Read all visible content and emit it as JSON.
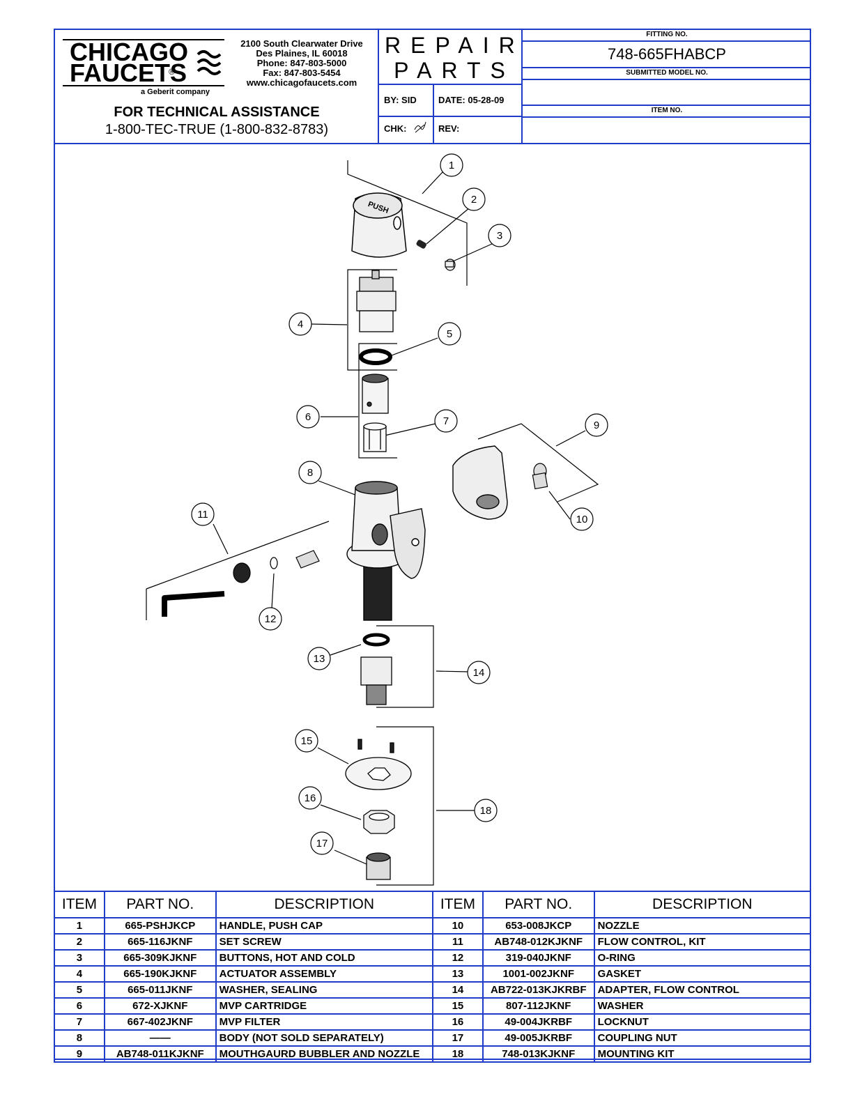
{
  "header": {
    "company_line1": "CHICAGO",
    "company_line2": "FAUCETS",
    "registered": "®",
    "tagline": "a Geberit company",
    "address": [
      "2100 South Clearwater Drive",
      "Des Plaines, IL 60018",
      "Phone: 847-803-5000",
      "Fax: 847-803-5454",
      "www.chicagofaucets.com"
    ],
    "assist_title": "FOR TECHNICAL ASSISTANCE",
    "assist_phone": "1-800-TEC-TRUE (1-800-832-8783)",
    "title_line1": "REPAIR",
    "title_line2": "PARTS",
    "by": "BY:  SID",
    "date": "DATE:  05-28-09",
    "chk": "CHK:",
    "rev": "REV:",
    "fitting_label": "FITTING NO.",
    "fitting_no": "748-665FHABCP",
    "submitted_label": "SUBMITTED MODEL NO.",
    "submitted_value": "",
    "item_label": "ITEM NO.",
    "item_value": ""
  },
  "diagram": {
    "callouts": [
      "1",
      "2",
      "3",
      "4",
      "5",
      "6",
      "7",
      "8",
      "9",
      "10",
      "11",
      "12",
      "13",
      "14",
      "15",
      "16",
      "17",
      "18"
    ],
    "handle_text": "PUSH"
  },
  "table": {
    "headers": [
      "ITEM",
      "PART NO.",
      "DESCRIPTION",
      "ITEM",
      "PART NO.",
      "DESCRIPTION"
    ],
    "rows": [
      {
        "i1": "1",
        "p1": "665-PSHJKCP",
        "d1": "HANDLE, PUSH CAP",
        "i2": "10",
        "p2": "653-008JKCP",
        "d2": "NOZZLE"
      },
      {
        "i1": "2",
        "p1": "665-116JKNF",
        "d1": "SET SCREW",
        "i2": "11",
        "p2": "AB748-012KJKNF",
        "d2": "FLOW CONTROL, KIT"
      },
      {
        "i1": "3",
        "p1": "665-309KJKNF",
        "d1": "BUTTONS, HOT AND COLD",
        "i2": "12",
        "p2": "319-040JKNF",
        "d2": "O-RING"
      },
      {
        "i1": "4",
        "p1": "665-190KJKNF",
        "d1": "ACTUATOR ASSEMBLY",
        "i2": "13",
        "p2": "1001-002JKNF",
        "d2": "GASKET"
      },
      {
        "i1": "5",
        "p1": "665-011JKNF",
        "d1": "WASHER, SEALING",
        "i2": "14",
        "p2": "AB722-013KJKRBF",
        "d2": "ADAPTER, FLOW CONTROL"
      },
      {
        "i1": "6",
        "p1": "672-XJKNF",
        "d1": "MVP CARTRIDGE",
        "i2": "15",
        "p2": "807-112JKNF",
        "d2": "WASHER"
      },
      {
        "i1": "7",
        "p1": "667-402JKNF",
        "d1": "MVP FILTER",
        "i2": "16",
        "p2": "49-004JKRBF",
        "d2": "LOCKNUT"
      },
      {
        "i1": "8",
        "p1": "——",
        "d1": "BODY (NOT SOLD SEPARATELY)",
        "i2": "17",
        "p2": "49-005JKRBF",
        "d2": "COUPLING NUT"
      },
      {
        "i1": "9",
        "p1": "AB748-011KJKNF",
        "d1": "MOUTHGAURD BUBBLER AND NOZZLE",
        "i2": "18",
        "p2": "748-013KJKNF",
        "d2": "MOUNTING KIT"
      }
    ]
  },
  "colors": {
    "frame": "#1e3cc8",
    "ink": "#000000"
  }
}
